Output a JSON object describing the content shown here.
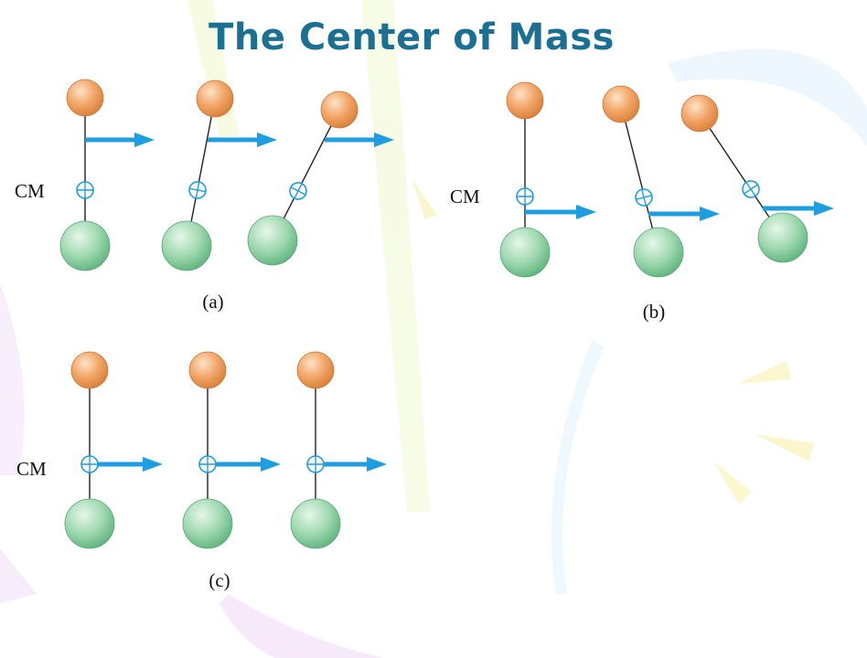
{
  "title": "The Center of Mass",
  "cm_label": "CM",
  "panels": [
    {
      "name": "panel-a",
      "caption": "(a)"
    },
    {
      "name": "panel-b",
      "caption": "(b)"
    },
    {
      "name": "panel-c",
      "caption": "(c)"
    }
  ],
  "colors": {
    "title": "#1a6f93",
    "arrow": "#1e9ee0",
    "small_ball": "#f0a060",
    "large_ball": "#8fd3a4",
    "rod": "#222222"
  }
}
